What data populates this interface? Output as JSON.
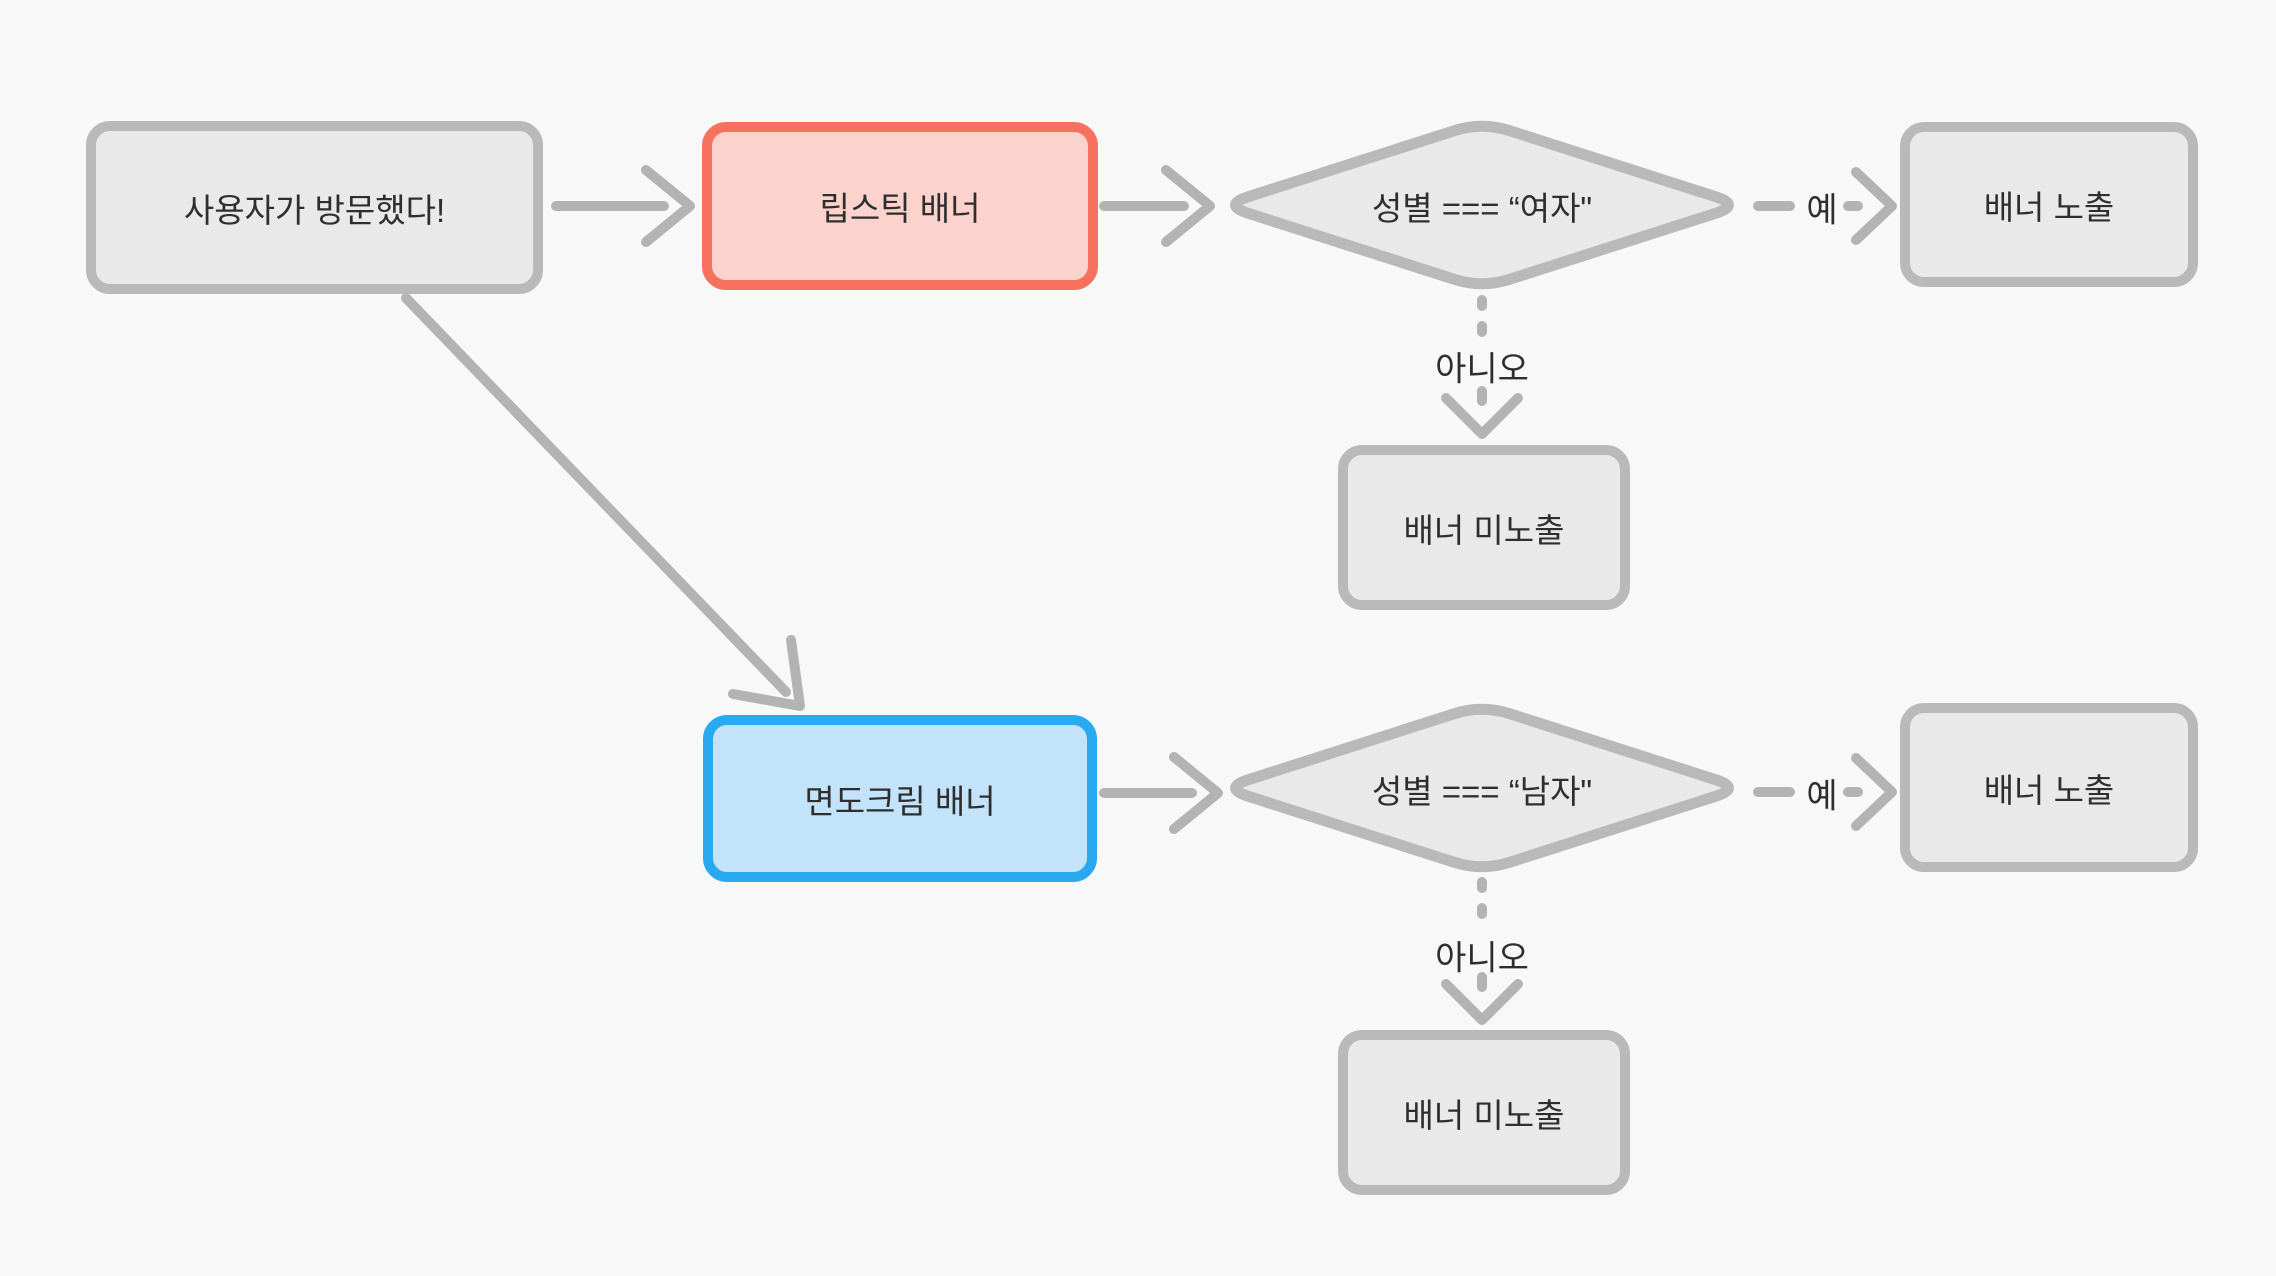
{
  "colors": {
    "background": "#f8f8f8",
    "node_fill": "#e9e9e9",
    "node_border": "#b9b9b9",
    "lipstick_fill": "#fcd3cc",
    "lipstick_border": "#f6725e",
    "shaving_fill": "#c3e3fa",
    "shaving_border": "#29aaf0",
    "edge": "#b3b3b3",
    "text": "#2e2e2e"
  },
  "nodes": {
    "start": {
      "label": "사용자가 방문했다!"
    },
    "lipstick_banner": {
      "label": "립스틱 배너"
    },
    "decision_female": {
      "label": "성별 === “여자\""
    },
    "banner_show_1": {
      "label": "배너 노출"
    },
    "banner_hide_1": {
      "label": "배너 미노출"
    },
    "shaving_banner": {
      "label": "면도크림 배너"
    },
    "decision_male": {
      "label": "성별 === “남자\""
    },
    "banner_show_2": {
      "label": "배너 노출"
    },
    "banner_hide_2": {
      "label": "배너 미노출"
    }
  },
  "edge_labels": {
    "yes_1": "예",
    "no_1": "아니오",
    "yes_2": "예",
    "no_2": "아니오"
  }
}
